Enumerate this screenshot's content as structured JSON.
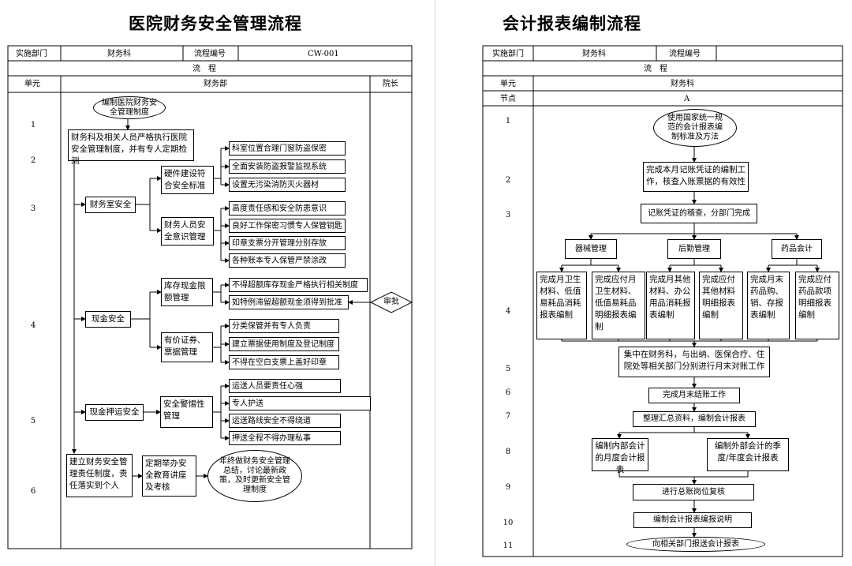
{
  "left": {
    "title": "医院财务安全管理流程",
    "header": {
      "dept_label": "实施部门",
      "dept_value": "财务科",
      "code_label": "流程编号",
      "code_value": "CW-001",
      "flow_label": "流　程",
      "unit_label": "单元",
      "finance_dept": "财务部",
      "president": "院长"
    },
    "rows": [
      "1",
      "2",
      "3",
      "4",
      "5",
      "6"
    ],
    "start": "编制医院财务安全管理制度",
    "policy": "财务科及相关人员严格执行医院安全管理制度，并有专人定期检测",
    "room_safety": "财务室安全",
    "hardware": "硬件建设符合安全标准",
    "hw_items": [
      "科室位置合理门窗防盗保密",
      "全面安装防盗报警监视系统",
      "设置无污染消防灭火器材"
    ],
    "staff_awareness": "财务人员安全意识管理",
    "staff_items": [
      "高度责任感和安全防患意识",
      "良好工作保密习惯专人保管钥匙",
      "印章支票分开管理分别存放",
      "各种账本专人保管严禁涂改"
    ],
    "cash_safety": "现金安全",
    "cash_limit": "库存现金限额管理",
    "cash_limit_items": [
      "不得超额库存现金严格执行相关制度",
      "如特例滞留超额现金须得到批准"
    ],
    "approve": "审批",
    "securities": "有价证券、票据管理",
    "securities_items": [
      "分类保管并有专人负责",
      "建立票据使用制度及登记制度",
      "不得在空白支票上盖好印章"
    ],
    "escort_safety": "现金押运安全",
    "alertness": "安全警惕性管理",
    "escort_items": [
      "运送人员要责任心强",
      "专人护送",
      "运送路线安全不得绕道",
      "押送全程不得办理私事"
    ],
    "responsibility": "建立财务安全管理责任制度，责任落实到个人",
    "training": "定期举办安全教育讲座及考核",
    "annual": "年终做财务安全管理总结，讨论最新政策，及时更新安全管理制度"
  },
  "right": {
    "title": "会计报表编制流程",
    "header": {
      "dept_label": "实施部门",
      "dept_value": "财务科",
      "code_label": "流程编号",
      "flow_label": "流　程",
      "unit_label": "单元",
      "unit_value": "财务科",
      "node_label": "节点",
      "node_value": "A"
    },
    "rows": [
      "1",
      "2",
      "3",
      "4",
      "5",
      "6",
      "7",
      "8",
      "9",
      "10",
      "11"
    ],
    "step1": "使用国家统一规范的会计报表编制标准及方法",
    "step2": "完成本月记账凭证的编制工作，核查入账票据的有效性",
    "step3": "记账凭证的稽查，分部门完成",
    "dept1": "器械管理",
    "dept2": "后勤管理",
    "dept3": "药品会计",
    "sub": [
      "完成月卫生材料、低值易耗品消耗报表编制",
      "完成应付月卫生材料、低值易耗品明细报表编制",
      "完成月其他材料、办公用品消耗报表编制",
      "完成应付其他材料明细报表编制",
      "完成月末药品购、销、存报表编制",
      "完成应付药品款项明细报表编制"
    ],
    "step5": "集中在财务科，与出纳、医保合疗、住院处等相关部门分别进行月末对账工作",
    "step6": "完成月末结账工作",
    "step7": "整理汇总资料，编制会计报表",
    "step8a": "编制内部会计的月度会计报表",
    "step8b": "编制外部会计的季度/年度会计报表",
    "step9": "进行总账岗位复核",
    "step10": "编制会计报表编报说明",
    "step11": "向相关部门报送会计报表"
  }
}
